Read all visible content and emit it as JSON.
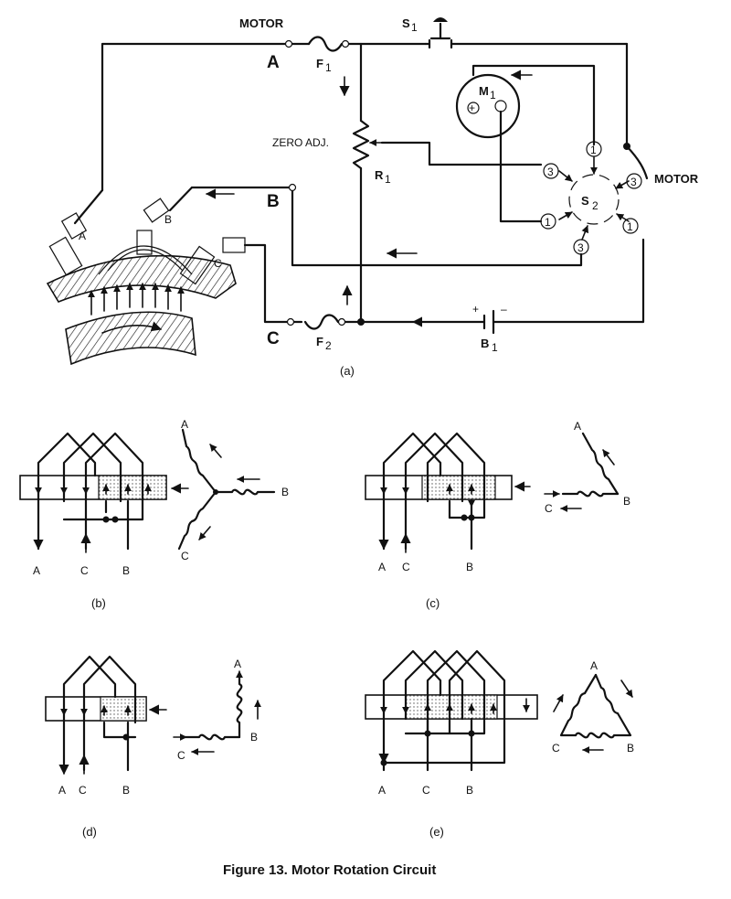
{
  "caption": "Figure 13.  Motor Rotation Circuit",
  "panel_a": {
    "label": "(a)",
    "motor_top": "MOTOR",
    "motor_right": "MOTOR",
    "terminal_a": "A",
    "terminal_b": "B",
    "terminal_c": "C",
    "fuse_1": "F",
    "fuse_1_sub": "1",
    "fuse_2": "F",
    "fuse_2_sub": "2",
    "switch_1": "S",
    "switch_1_sub": "1",
    "switch_2": "S",
    "switch_2_sub": "2",
    "zero_adj": "ZERO ADJ.",
    "resistor": "R",
    "resistor_sub": "1",
    "meter": "M",
    "meter_sub": "1",
    "meter_plus": "+",
    "battery": "B",
    "battery_sub": "1",
    "battery_plus": "+",
    "battery_minus": "–",
    "switch_contacts": [
      "1",
      "3",
      "3",
      "1",
      "1",
      "3"
    ],
    "brush_labels": [
      "A",
      "B",
      "C"
    ]
  },
  "panel_b": {
    "label": "(b)",
    "winding_labels": [
      "A",
      "C",
      "B"
    ],
    "coil_labels": [
      "A",
      "B",
      "C"
    ]
  },
  "panel_c": {
    "label": "(c)",
    "winding_labels": [
      "A",
      "C",
      "B"
    ],
    "coil_labels": [
      "A",
      "B",
      "C"
    ]
  },
  "panel_d": {
    "label": "(d)",
    "winding_labels": [
      "A",
      "C",
      "B"
    ],
    "coil_labels": [
      "A",
      "B",
      "C"
    ]
  },
  "panel_e": {
    "label": "(e)",
    "winding_labels": [
      "A",
      "C",
      "B"
    ],
    "coil_labels": [
      "A",
      "B",
      "C"
    ]
  }
}
